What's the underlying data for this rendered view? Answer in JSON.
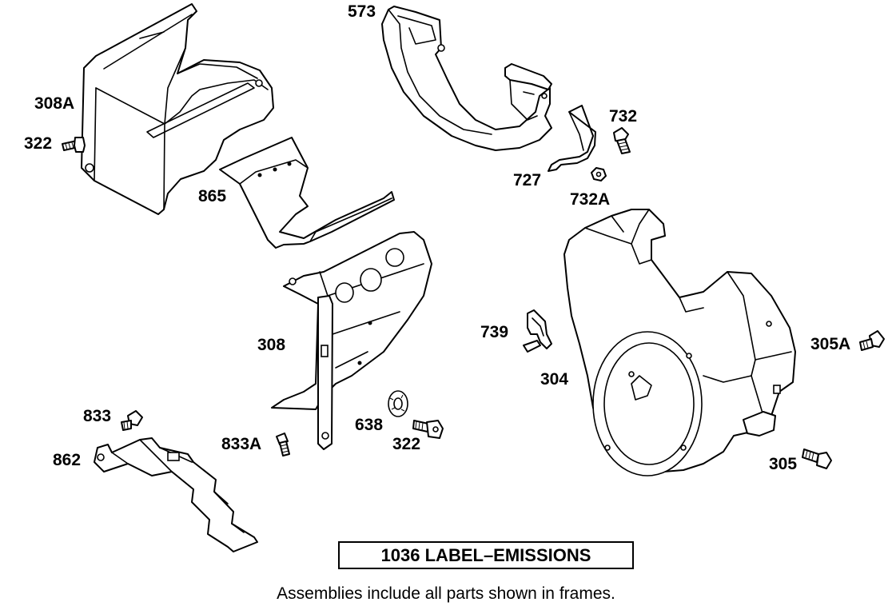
{
  "parts": [
    {
      "number": "573"
    },
    {
      "number": "308A"
    },
    {
      "number": "322"
    },
    {
      "number": "732"
    },
    {
      "number": "727"
    },
    {
      "number": "732A"
    },
    {
      "number": "865"
    },
    {
      "number": "308"
    },
    {
      "number": "739"
    },
    {
      "number": "304"
    },
    {
      "number": "305A"
    },
    {
      "number": "833"
    },
    {
      "number": "862"
    },
    {
      "number": "833A"
    },
    {
      "number": "638"
    },
    {
      "number": "322"
    },
    {
      "number": "305"
    }
  ],
  "frame": {
    "text": "1036 LABEL–EMISSIONS"
  },
  "footnote": "Assemblies include all parts shown in frames."
}
